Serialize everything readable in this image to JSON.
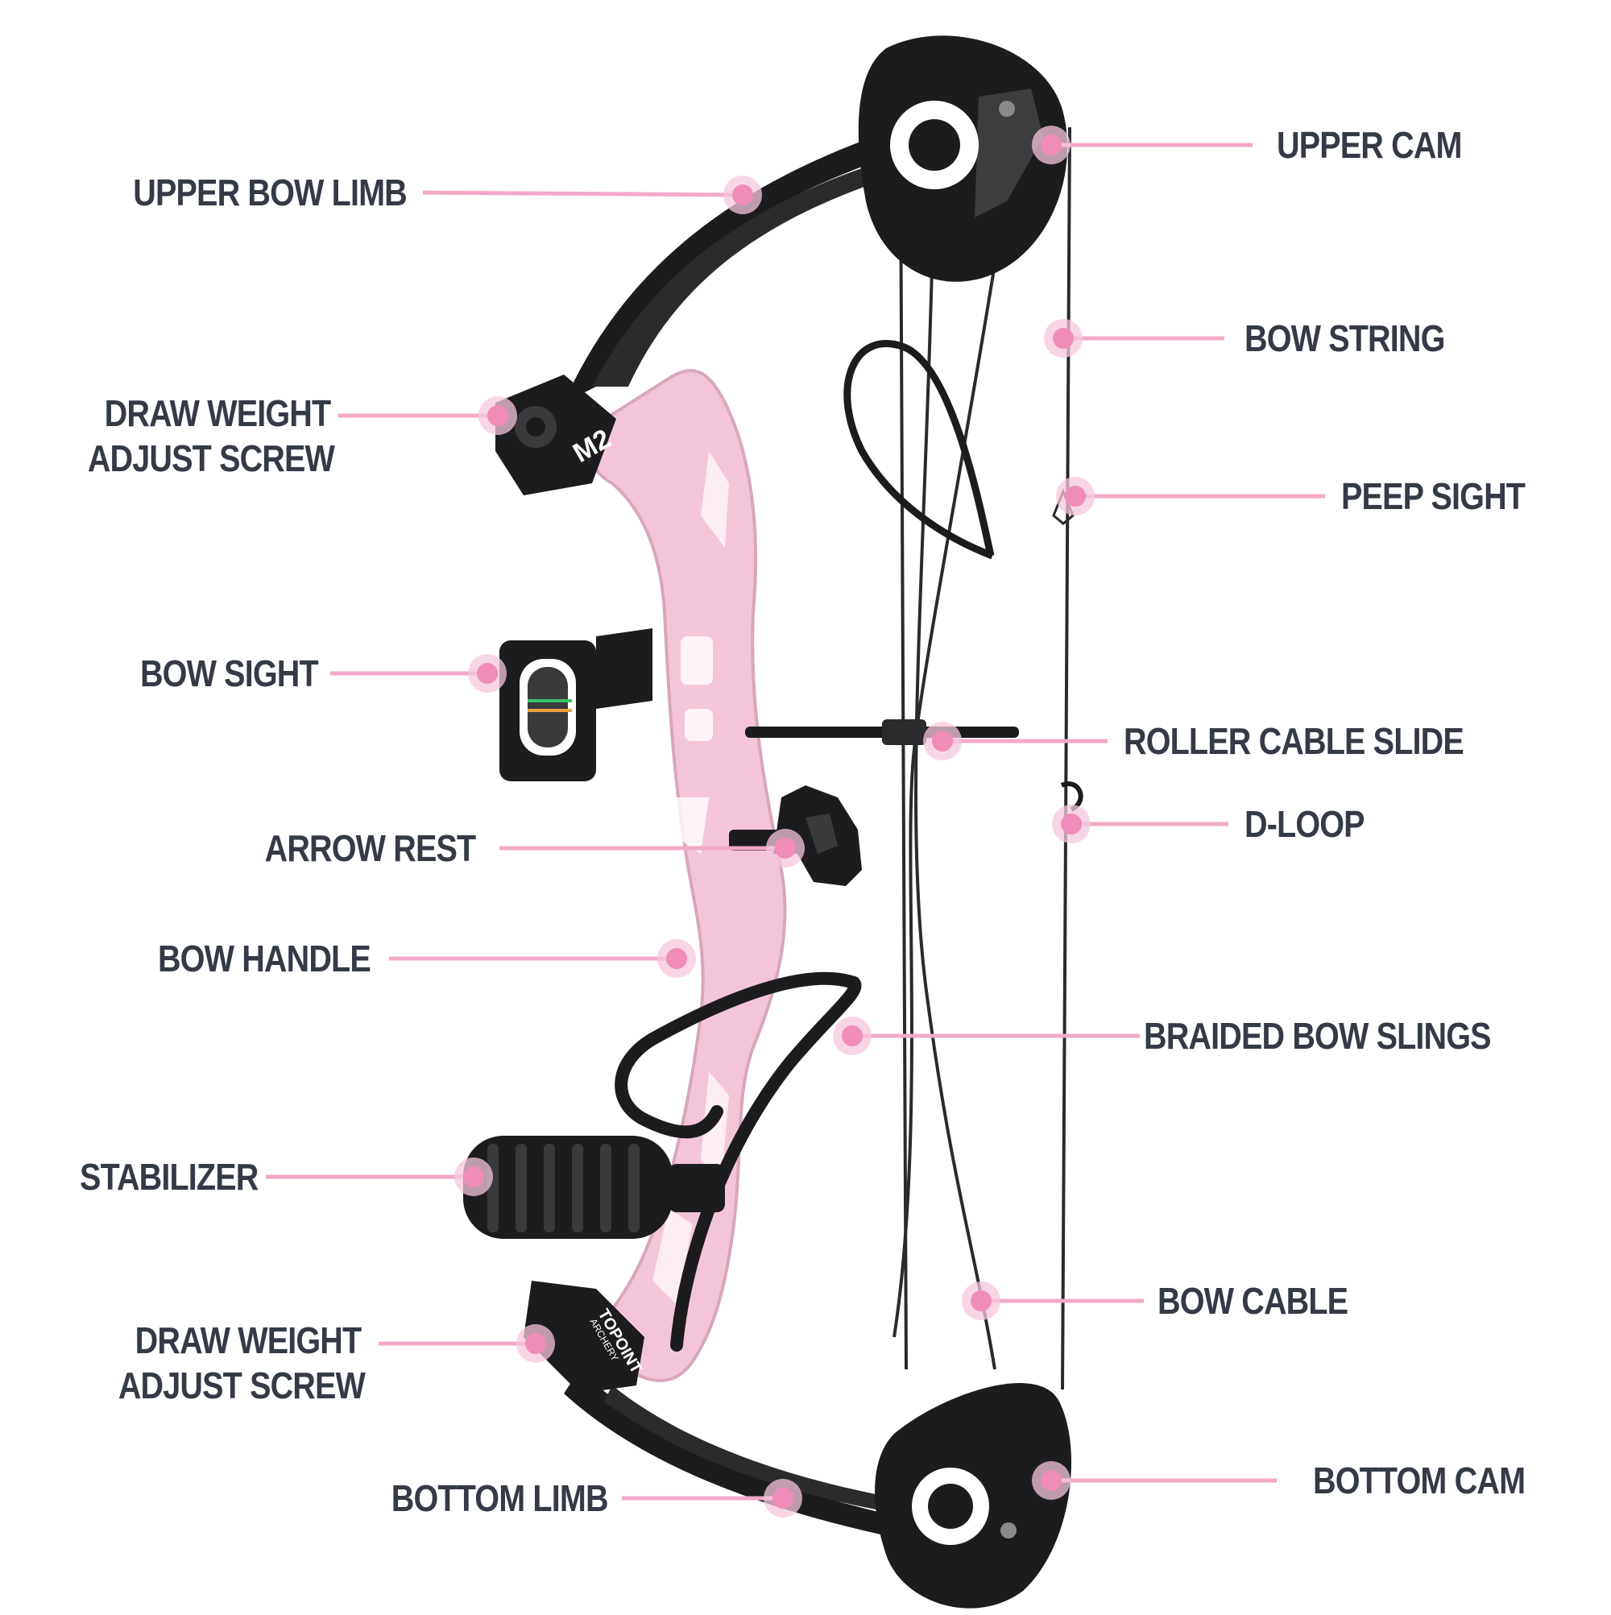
{
  "colors": {
    "background": "#ffffff",
    "label_text": "#343a46",
    "leader_line": "#f2a9c8",
    "marker": "#f08cb8",
    "riser": "#f4c5d8",
    "riser_shadow": "#d9a6bc",
    "black_parts": "#1c1c1e",
    "string": "#2a2a2a"
  },
  "labels": {
    "upper_cam": "UPPER CAM",
    "upper_bow_limb": "UPPER BOW LIMB",
    "bow_string": "BOW STRING",
    "draw_weight_adjust_screw_top_line1": "DRAW WEIGHT",
    "draw_weight_adjust_screw_top_line2": "ADJUST SCREW",
    "peep_sight": "PEEP SIGHT",
    "bow_sight": "BOW SIGHT",
    "roller_cable_slide": "ROLLER CABLE SLIDE",
    "d_loop": "D-LOOP",
    "arrow_rest": "ARROW REST",
    "bow_handle": "BOW HANDLE",
    "braided_bow_slings": "BRAIDED BOW SLINGS",
    "stabilizer": "STABILIZER",
    "bow_cable": "BOW CABLE",
    "draw_weight_adjust_screw_bottom_line1": "DRAW WEIGHT",
    "draw_weight_adjust_screw_bottom_line2": "ADJUST SCREW",
    "bottom_limb": "BOTTOM LIMB",
    "bottom_cam": "BOTTOM CAM"
  },
  "product_marks": {
    "limb_logo": "M2",
    "brand_line1": "TOPOINT",
    "brand_line2": "ARCHERY"
  }
}
